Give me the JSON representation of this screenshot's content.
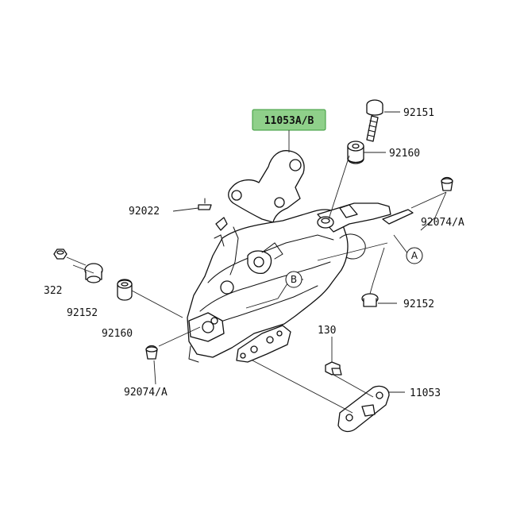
{
  "highlight_color": "#8fd08a",
  "callouts": {
    "main_part": "11053A/B",
    "bolt_top": "92151",
    "damper_top": "92160",
    "pin_left": "92022",
    "grommet_right": "92074/A",
    "ref_a": "A",
    "ref_b": "B",
    "washer_left": "322",
    "collar_left": "92152",
    "damper_left": "92160",
    "collar_right": "92152",
    "grommet_bottom": "92074/A",
    "bolt_small": "130",
    "bracket": "11053"
  }
}
